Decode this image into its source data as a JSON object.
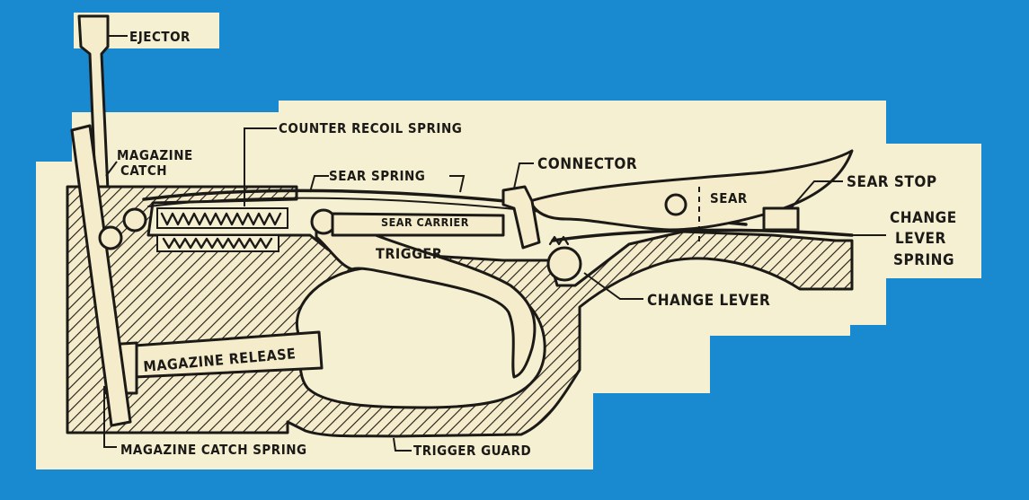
{
  "colors": {
    "background": "#1a8ad0",
    "paper": "#f6f0d2",
    "ink": "#1c1a17"
  },
  "labels": {
    "ejector": "EJECTOR",
    "counter_recoil_spring": "COUNTER RECOIL SPRING",
    "magazine_catch": [
      "MAGAZINE",
      "CATCH"
    ],
    "sear_spring": "SEAR SPRING",
    "connector": "CONNECTOR",
    "sear": "SEAR",
    "sear_stop": "SEAR STOP",
    "sear_carrier": "SEAR CARRIER",
    "change_lever_spring": [
      "CHANGE",
      "LEVER",
      "SPRING"
    ],
    "trigger": "TRIGGER",
    "change_lever": "CHANGE LEVER",
    "magazine_release": "MAGAZINE RELEASE",
    "magazine_catch_spring": "MAGAZINE CATCH SPRING",
    "trigger_guard": "TRIGGER GUARD"
  }
}
